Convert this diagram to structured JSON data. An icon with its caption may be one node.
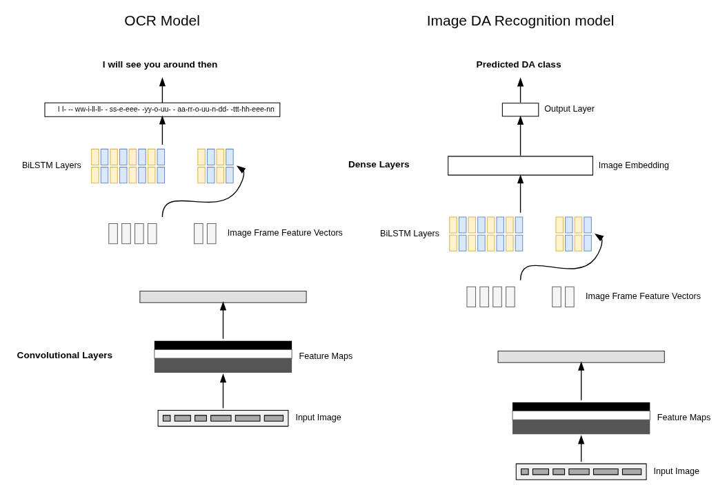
{
  "diagram": {
    "nodes": [
      {
        "text": [
          "I will see you around then"
        ]
      },
      {
        "text": [
          "I I- -- ww-i-ll-ll- - ss-e-eee- -yy-o-uu- - aa-rr-o-uu-n-dd- -ttt-hh-eee-nn"
        ]
      },
      {
        "text": [],
        "shape": "picture",
        "beside": [
          "BiLSTM Layers"
        ]
      },
      {
        "text": [],
        "shape": "picture",
        "beside": [
          "Image Frame Feature Vectors"
        ]
      },
      {
        "text": [],
        "shape": "box"
      },
      {
        "text": [],
        "shape": "picture",
        "beside": [
          "Feature Maps"
        ]
      },
      {
        "text": [],
        "shape": "picture",
        "beside": [
          "Input Image"
        ]
      },
      {
        "text": [
          "Predicted DA class"
        ]
      },
      {
        "text": [],
        "shape": "box",
        "beside": [
          "Output Layer"
        ]
      },
      {
        "text": [],
        "shape": "box",
        "beside": [
          "Image Embedding"
        ]
      },
      {
        "text": [],
        "shape": "picture",
        "beside": [
          "BiLSTM Layers"
        ]
      },
      {
        "text": [],
        "shape": "picture",
        "beside": [
          "Image Frame Feature Vectors"
        ]
      },
      {
        "text": [],
        "shape": "box"
      },
      {
        "text": [],
        "shape": "picture",
        "beside": [
          "Feature Maps"
        ]
      },
      {
        "text": [],
        "shape": "picture",
        "beside": [
          "Input Image"
        ]
      }
    ],
    "edges": [
      {
        "from": 6,
        "to": 5,
        "arrow": "to"
      },
      {
        "from": 5,
        "to": 4,
        "arrow": "to"
      },
      {
        "from": 3,
        "to": 2,
        "arrow": "to"
      },
      {
        "from": 2,
        "to": 1,
        "arrow": "to"
      },
      {
        "from": 1,
        "to": 0,
        "arrow": "to"
      },
      {
        "from": 14,
        "to": 13,
        "arrow": "to"
      },
      {
        "from": 13,
        "to": 12,
        "arrow": "to"
      },
      {
        "from": 11,
        "to": 10,
        "arrow": "to"
      },
      {
        "from": 10,
        "to": 9,
        "arrow": "to"
      },
      {
        "from": 9,
        "to": 8,
        "arrow": "to"
      },
      {
        "from": 8,
        "to": 7,
        "arrow": "to"
      }
    ],
    "labels": [
      "OCR Model",
      "Image DA Recognition model",
      "Dense Layers",
      "Convolutional Layers"
    ]
  }
}
